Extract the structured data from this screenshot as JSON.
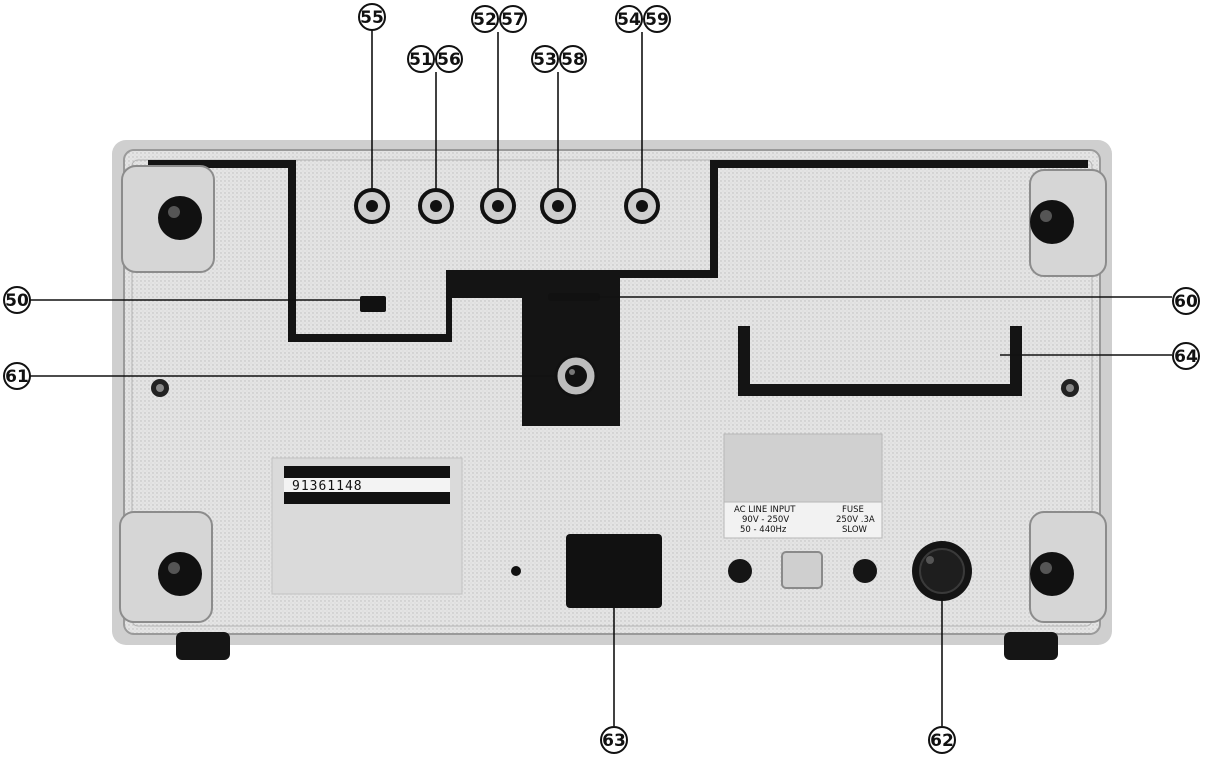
{
  "callouts": {
    "c50": "50",
    "c51": "51",
    "c52": "52",
    "c53": "53",
    "c54": "54",
    "c55": "55",
    "c56": "56",
    "c57": "57",
    "c58": "58",
    "c59": "59",
    "c60": "60",
    "c61": "61",
    "c62": "62",
    "c63": "63",
    "c64": "64"
  },
  "serial_label": {
    "number": "91361148"
  },
  "power_plate": {
    "line1_left": "AC LINE INPUT",
    "line1_right": "FUSE",
    "line2_left": "90V - 250V",
    "line2_right": "250V .3A",
    "line3_left": "50 - 440Hz",
    "line3_right": "SLOW"
  },
  "colors": {
    "panel": "#e2e2e2",
    "frame": "#c8c8c8",
    "dark_line": "#141414",
    "ink": "#111111"
  }
}
